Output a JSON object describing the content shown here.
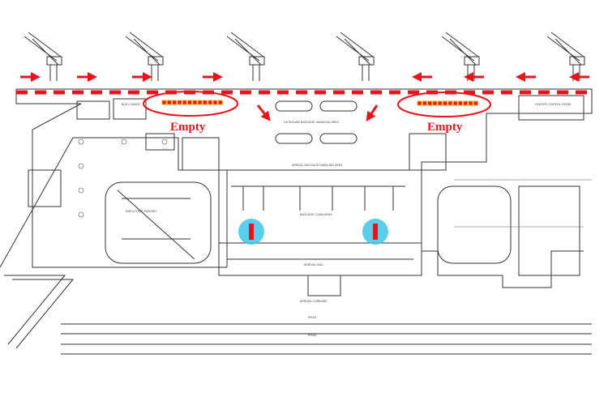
{
  "annotations": {
    "left_label": "Empty",
    "right_label": "Empty"
  },
  "areas": {
    "bus_lounge": "BUS LOUNGE",
    "outbound_baggage": "OUTBOUND BAGGAGE HANDLING AREA",
    "arrival_baggage": "ARRIVAL BAGGAGE HANDLING AREA",
    "baggage_claim": "BAGGAGE CLAIM AREA",
    "arrival_hall": "ARRIVAL HALL",
    "arrival_curbside": "ARRIVAL CURBSIDE",
    "employees_parking": "EMPLOYEES PARKING",
    "center_control_room": "CENTER CONTROL ROOM",
    "road1": "ROAD",
    "road2": "ROAD"
  },
  "colors": {
    "annotation": "#e8141b",
    "slot": "#f5a623",
    "highlight": "#3ec6e8",
    "drawing": "#333333"
  },
  "flow": {
    "left_direction": "right",
    "right_direction": "left"
  }
}
